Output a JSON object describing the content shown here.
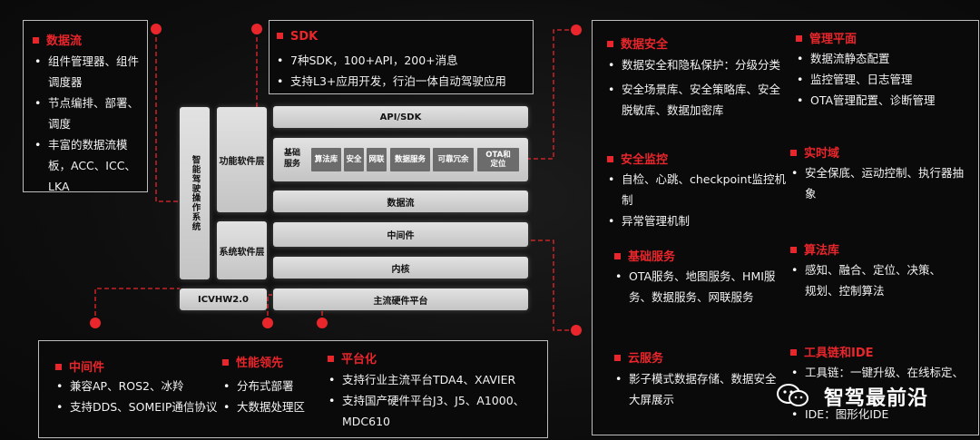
{
  "left_panel": {
    "title": "数据流",
    "items": [
      "组件管理器、组件调度器",
      "节点编排、部署、调度",
      "丰富的数据流模板，ACC、ICC、LKA"
    ]
  },
  "sdk_panel": {
    "title": "SDK",
    "items": [
      "7种SDK，100+API，200+消息",
      "支持L3+应用开发，行泊一体自动驾驶应用"
    ]
  },
  "diagram": {
    "os_label": "智能驾驶操作系统",
    "func_layer": "功能软件层",
    "sys_layer": "系统软件层",
    "hw_label": "ICVHW2.0",
    "api_sdk": "API/SDK",
    "basic_services": "基础服务",
    "chips": [
      "算法库",
      "安全",
      "网联",
      "数据服务",
      "可靠冗余",
      "OTA和定位"
    ],
    "dataflow": "数据流",
    "middleware": "中间件",
    "kernel": "内核",
    "hw_platform": "主流硬件平台"
  },
  "bottom_panel": {
    "sections": [
      {
        "title": "中间件",
        "items": [
          "兼容AP、ROS2、冰羚",
          "支持DDS、SOMEIP通信协议"
        ]
      },
      {
        "title": "性能领先",
        "items": [
          "分布式部署",
          "大数据处理区"
        ]
      },
      {
        "title": "平台化",
        "items": [
          "支持行业主流平台TDA4、XAVIER",
          "支持国产硬件平台J3、J5、A1000、MDC610"
        ]
      }
    ]
  },
  "right_panel": {
    "col1": [
      {
        "title": "数据安全",
        "items": [
          "数据安全和隐私保护：分级分类",
          "安全场景库、安全策略库、安全脱敏库、数据加密库"
        ]
      },
      {
        "title": "安全监控",
        "items": [
          "自检、心跳、checkpoint监控机制",
          "异常管理机制"
        ]
      },
      {
        "title": "基础服务",
        "items": [
          "OTA服务、地图服务、HMI服务、数据服务、网联服务"
        ]
      },
      {
        "title": "云服务",
        "items": [
          "影子模式数据存储、数据安全大屏展示"
        ]
      }
    ],
    "col2": [
      {
        "title": "管理平面",
        "items": [
          "数据流静态配置",
          "监控管理、日志管理",
          "OTA管理配置、诊断管理"
        ]
      },
      {
        "title": "实时域",
        "items": [
          "安全保底、运动控制、执行器抽象"
        ]
      },
      {
        "title": "算法库",
        "items": [
          "感知、融合、定位、决策、规划、控制算法"
        ]
      },
      {
        "title": "工具链和IDE",
        "items": [
          "工具链：一键升级、在线标定、",
          "IDE：图形化IDE"
        ]
      }
    ]
  },
  "watermark": "智驾最前沿",
  "colors": {
    "accent": "#e8262b",
    "box": "#d4d4d4",
    "chip": "#6c6c6c"
  }
}
